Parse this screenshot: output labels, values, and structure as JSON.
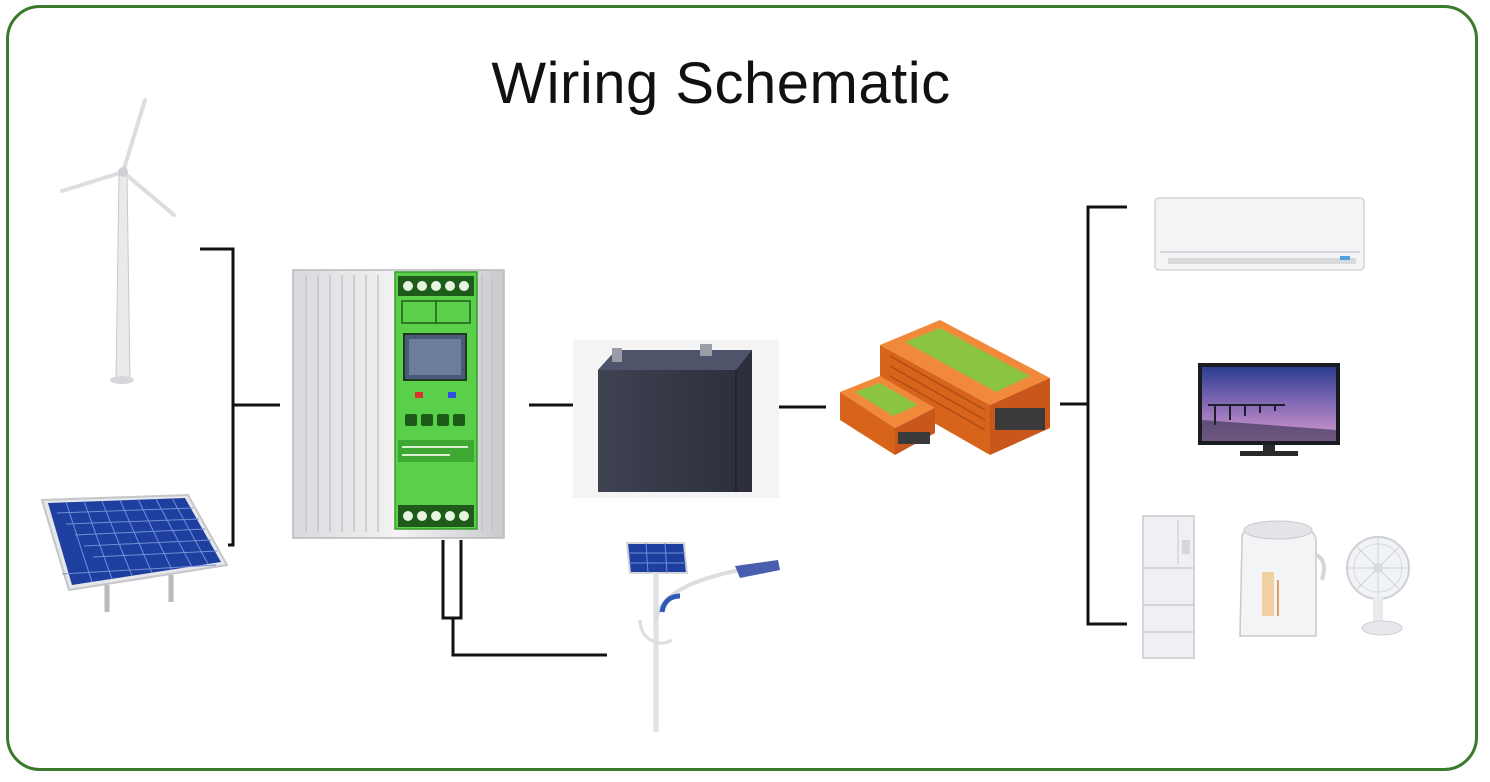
{
  "title": "Wiring Schematic",
  "colors": {
    "frame_border": "#3a7a2c",
    "wire": "#111111",
    "controller_panel": "#5ad04a",
    "inverter_body": "#e8772a",
    "inverter_panel": "#8bc53f",
    "battery": "#3a3d4a",
    "solar_panel": "#1f3fa0"
  },
  "components": {
    "sources": [
      {
        "name": "wind turbine",
        "icon": "wind-turbine-icon"
      },
      {
        "name": "solar panel",
        "icon": "solar-panel-icon"
      }
    ],
    "controller": {
      "name": "hybrid charge controller",
      "icon": "charge-controller-icon"
    },
    "battery": {
      "name": "battery",
      "icon": "battery-icon"
    },
    "street_light": {
      "name": "solar street light",
      "icon": "street-light-icon"
    },
    "inverter": {
      "name": "power inverter",
      "icon": "inverter-icon"
    },
    "loads": [
      {
        "name": "air conditioner",
        "icon": "air-conditioner-icon"
      },
      {
        "name": "television",
        "icon": "television-icon"
      },
      {
        "name": "refrigerator",
        "icon": "refrigerator-icon"
      },
      {
        "name": "electric kettle",
        "icon": "kettle-icon"
      },
      {
        "name": "desk fan",
        "icon": "desk-fan-icon"
      }
    ]
  }
}
